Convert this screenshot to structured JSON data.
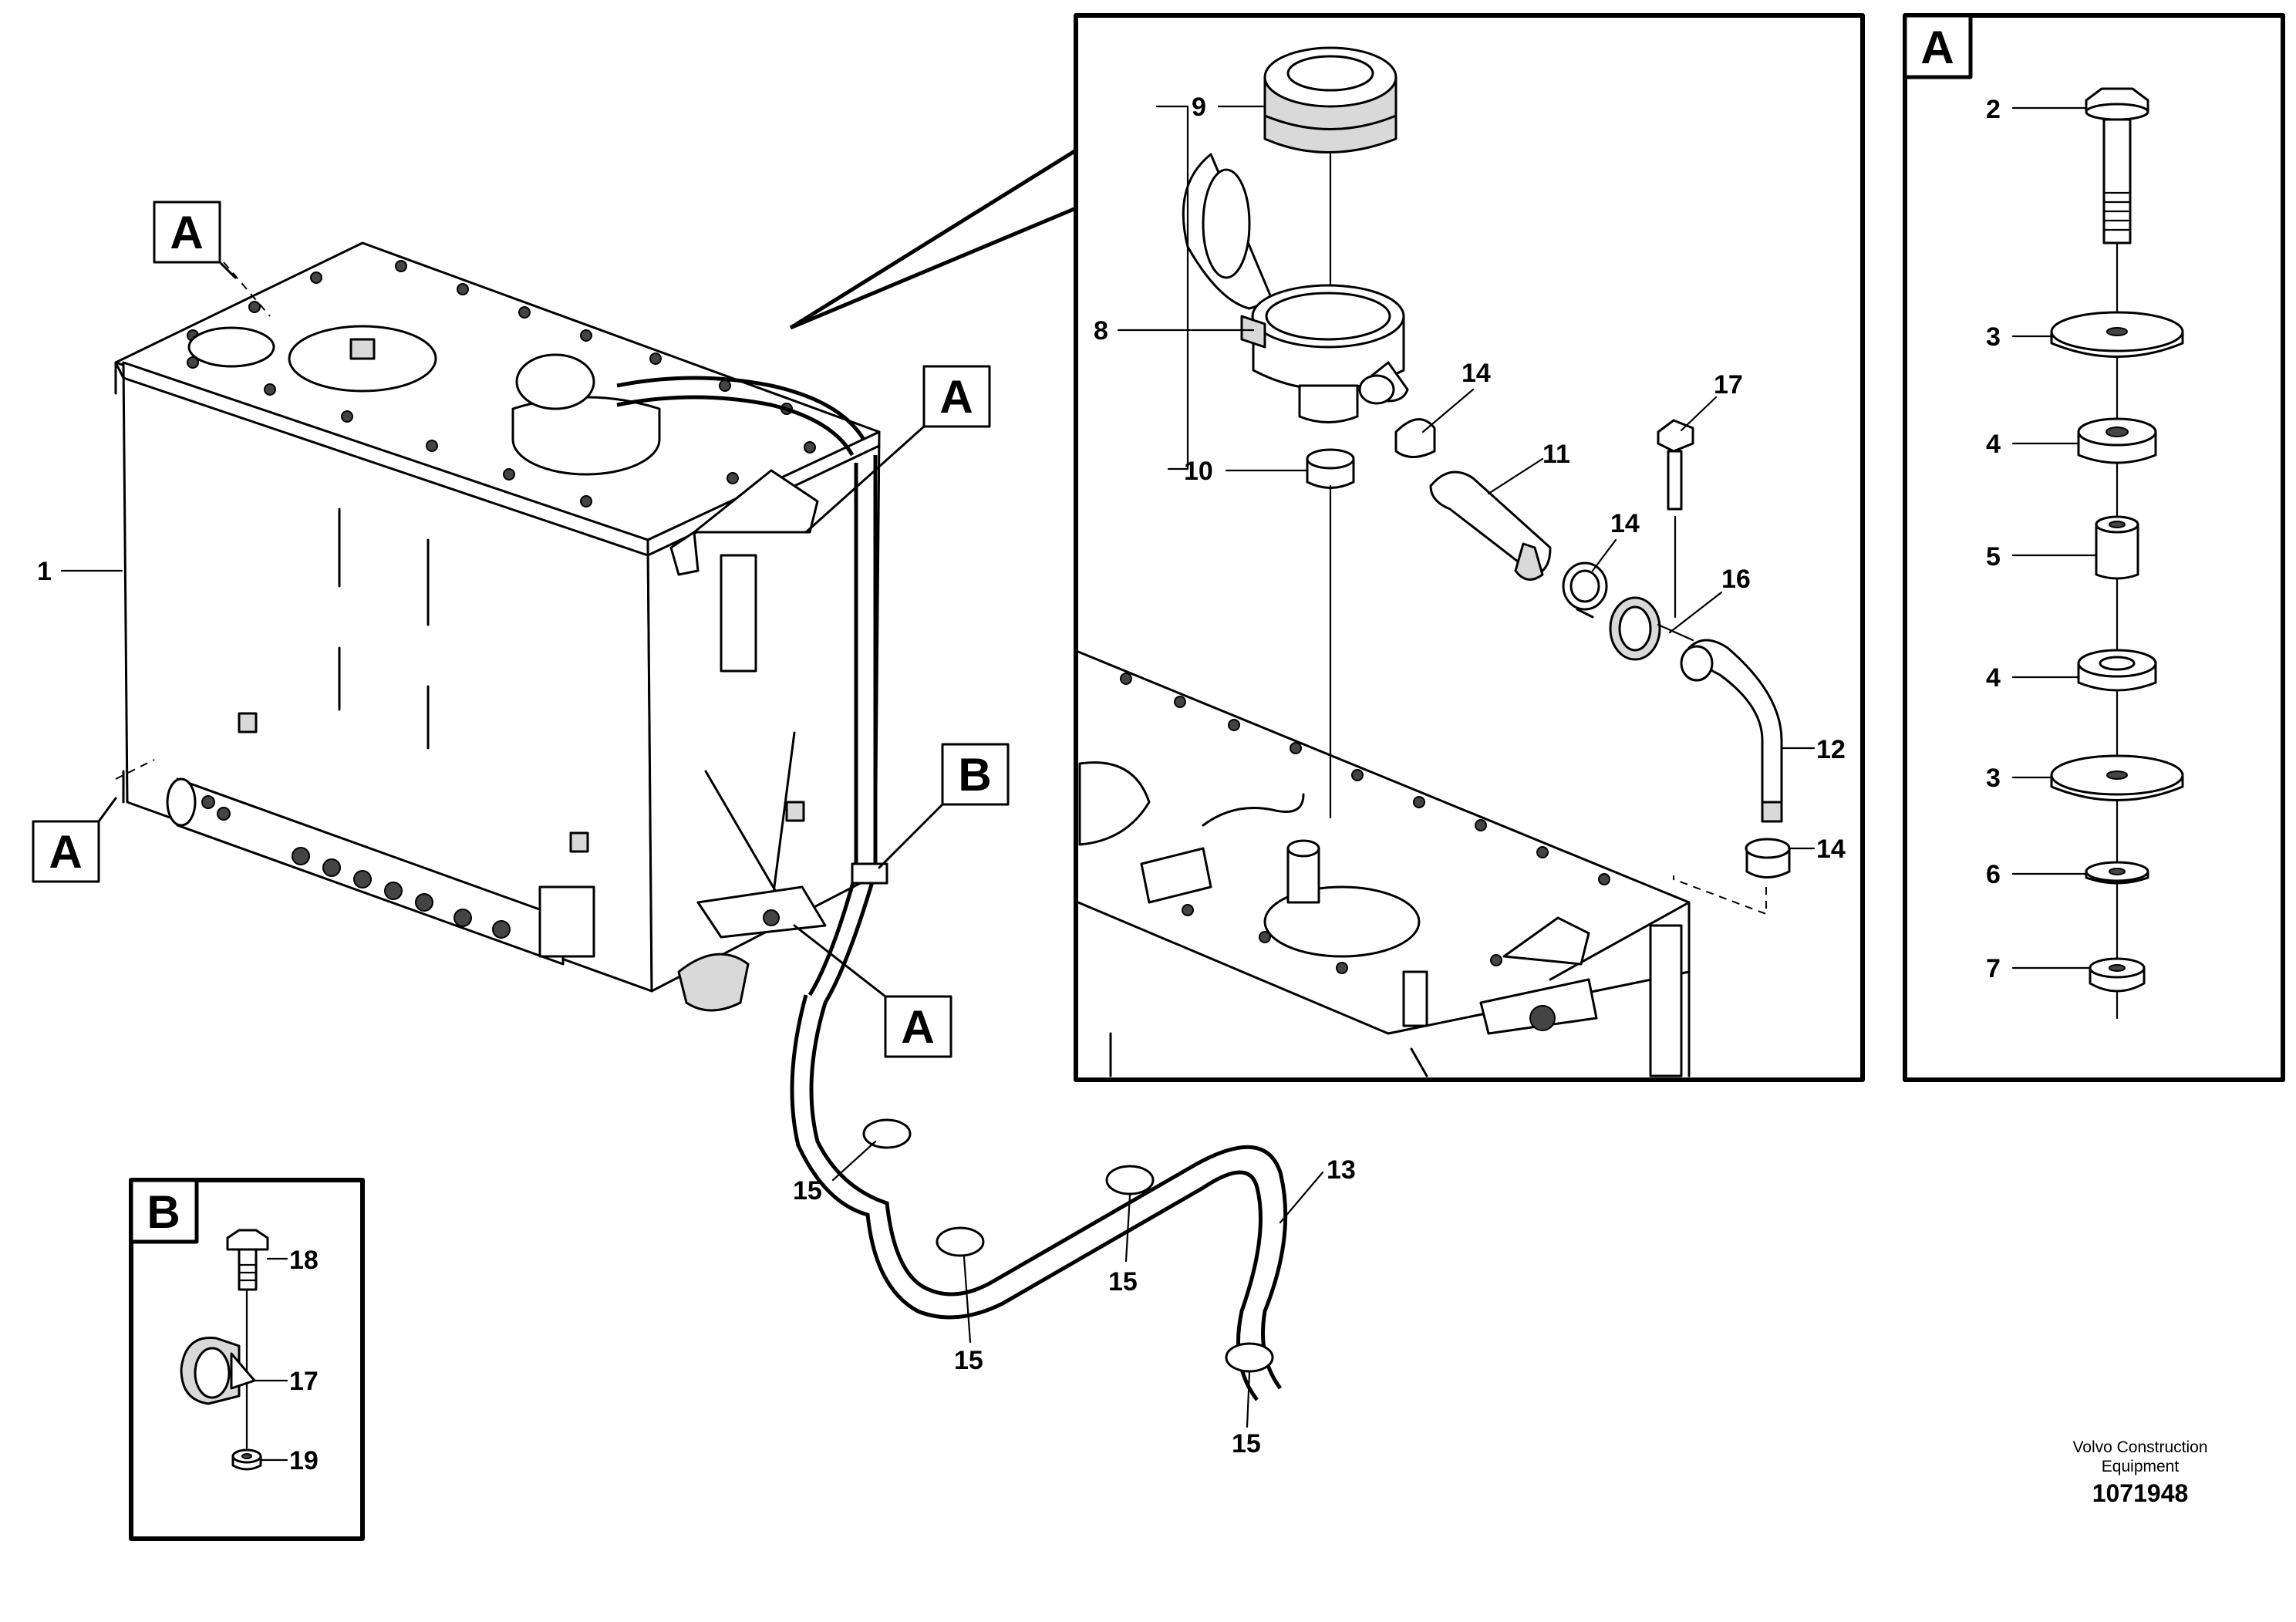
{
  "diagram": {
    "detail_boxes": {
      "detail_a": "A",
      "detail_b": "B"
    },
    "main_callouts": {
      "a1": "A",
      "a2": "A",
      "a3": "A",
      "a4": "A",
      "b1": "B"
    },
    "part_numbers": {
      "tank": "1",
      "cap": "9",
      "filler": "8",
      "clamp": "10",
      "clamp_14a": "14",
      "hose_11": "11",
      "clamp_14b": "14",
      "screw_17": "17",
      "grommet_16": "16",
      "pipe_12": "12",
      "clamp_14c": "14",
      "hose_13": "13",
      "clip_15a": "15",
      "clip_15b": "15",
      "clip_15c": "15",
      "clip_15d": "15"
    },
    "detail_a_parts": [
      "2",
      "3",
      "4",
      "5",
      "4",
      "3",
      "6",
      "7"
    ],
    "detail_b_parts": [
      "18",
      "17",
      "19"
    ],
    "credit": {
      "line1": "Volvo Construction",
      "line2": "Equipment",
      "id": "1071948"
    }
  }
}
